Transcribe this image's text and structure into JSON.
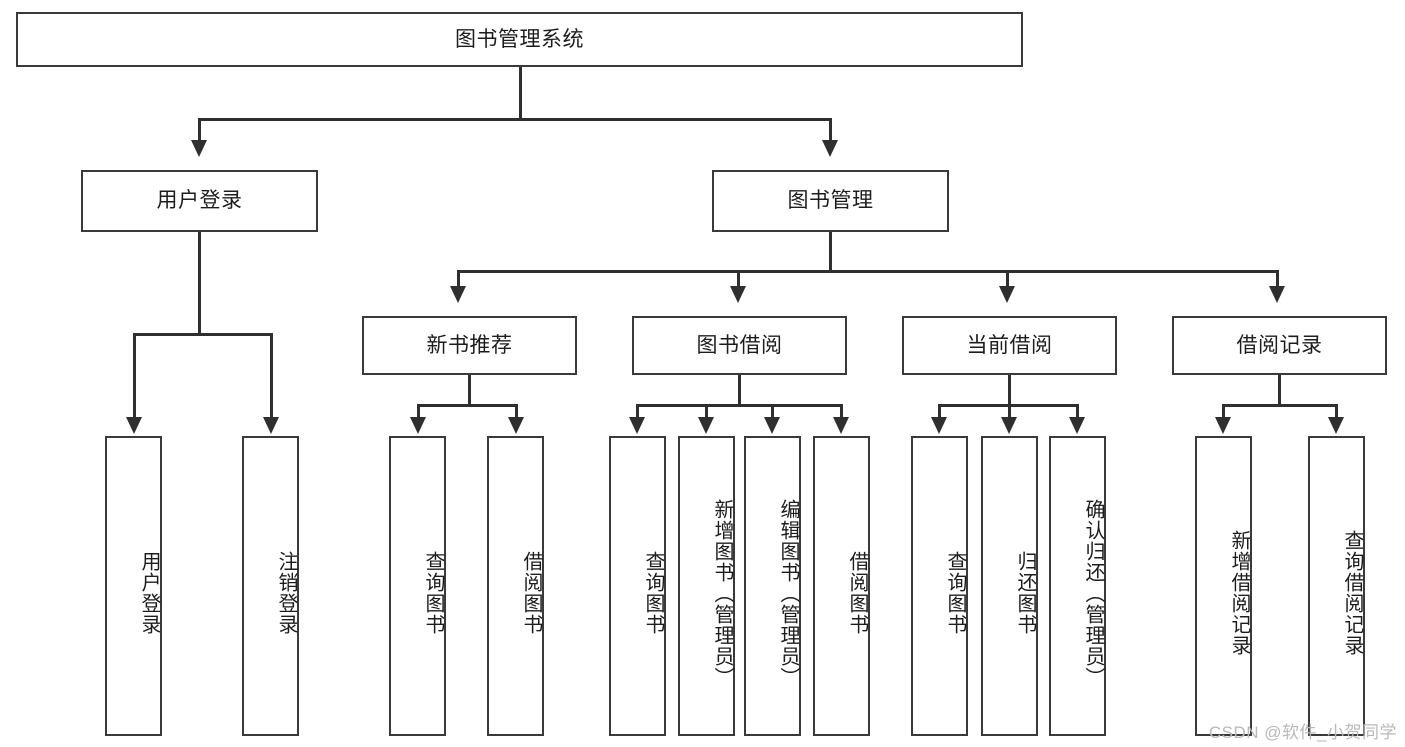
{
  "diagram": {
    "type": "tree-hierarchy-diagram",
    "title": "图书管理系统",
    "root": {
      "label": "图书管理系统",
      "id": "root-system"
    },
    "level2": [
      {
        "id": "user-login",
        "label": "用户登录"
      },
      {
        "id": "book-management",
        "label": "图书管理"
      }
    ],
    "level3": [
      {
        "id": "new-book-recommend",
        "label": "新书推荐",
        "parent": "book-management"
      },
      {
        "id": "book-borrow",
        "label": "图书借阅",
        "parent": "book-management"
      },
      {
        "id": "current-borrow",
        "label": "当前借阅",
        "parent": "book-management"
      },
      {
        "id": "borrow-record",
        "label": "借阅记录",
        "parent": "book-management"
      }
    ],
    "leaves": {
      "user_login": [
        {
          "id": "leaf-user-login",
          "label": "用户登录"
        },
        {
          "id": "leaf-user-logout",
          "label": "注销登录"
        }
      ],
      "new_book_recommend": [
        {
          "id": "leaf-query-book-1",
          "label": "查询图书"
        },
        {
          "id": "leaf-borrow-book-1",
          "label": "借阅图书"
        }
      ],
      "book_borrow": [
        {
          "id": "leaf-query-book-2",
          "label": "查询图书"
        },
        {
          "id": "leaf-add-book",
          "label": "新增图书（管理员）"
        },
        {
          "id": "leaf-edit-book",
          "label": "编辑图书（管理员）"
        },
        {
          "id": "leaf-borrow-book-2",
          "label": "借阅图书"
        }
      ],
      "current_borrow": [
        {
          "id": "leaf-query-book-3",
          "label": "查询图书"
        },
        {
          "id": "leaf-return-book",
          "label": "归还图书"
        },
        {
          "id": "leaf-confirm-return",
          "label": "确认归还（管理员）"
        }
      ],
      "borrow_record": [
        {
          "id": "leaf-add-record",
          "label": "新增借阅记录"
        },
        {
          "id": "leaf-query-record",
          "label": "查询借阅记录"
        }
      ]
    },
    "watermark": "CSDN @软件_小贺同学",
    "colors": {
      "stroke": "#3a3a3a",
      "connector": "#2f2f2f",
      "background": "#ffffff",
      "text": "#1d1d1d",
      "watermark": "#b9b9b9"
    }
  }
}
